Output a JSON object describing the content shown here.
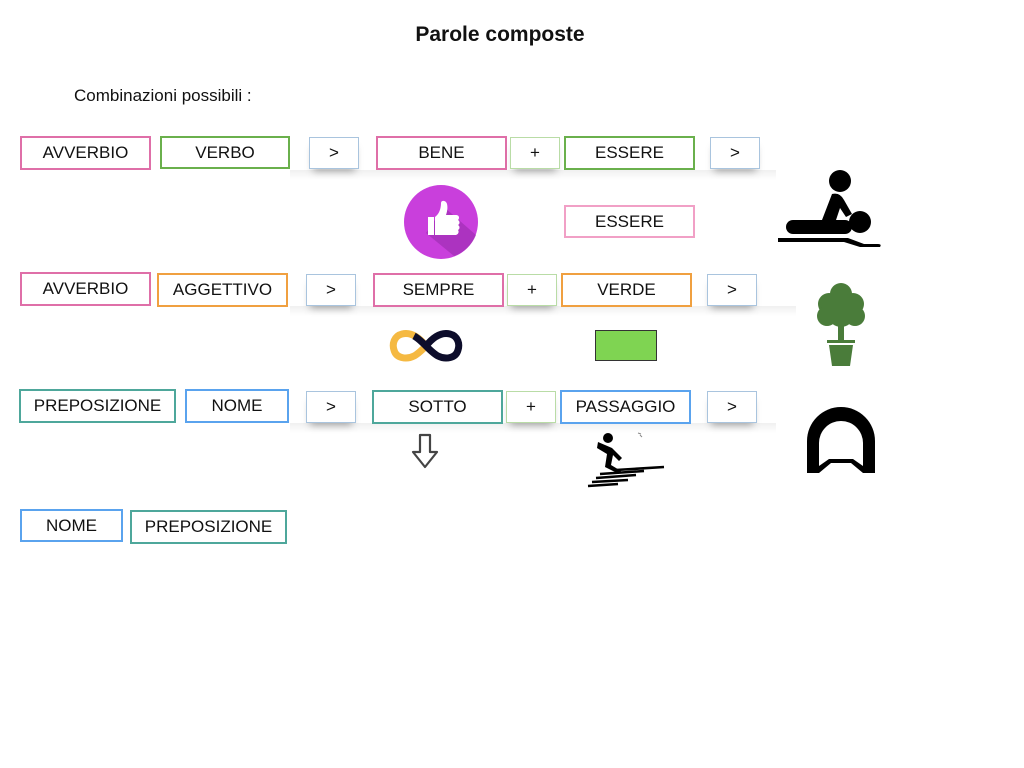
{
  "title": "Parole composte",
  "subtitle": "Combinazioni possibili :",
  "rows": [
    {
      "pattern": [
        "AVVERBIO",
        "VERBO"
      ],
      "arrow": ">",
      "word1": "BENE",
      "plus": "+",
      "word2": "ESSERE",
      "arrow2": ">",
      "result": "ESSERE",
      "icons": [
        "thumbs-up-icon",
        "massage-icon"
      ]
    },
    {
      "pattern": [
        "AVVERBIO",
        "AGGETTIVO"
      ],
      "arrow": ">",
      "word1": "SEMPRE",
      "plus": "+",
      "word2": "VERDE",
      "arrow2": ">",
      "icons": [
        "infinity-icon",
        "green-rectangle",
        "potted-tree-icon"
      ]
    },
    {
      "pattern": [
        "PREPOSIZIONE",
        "NOME"
      ],
      "arrow": ">",
      "word1": "SOTTO",
      "plus": "+",
      "word2": "PASSAGGIO",
      "arrow2": ">",
      "icons": [
        "arrow-down-icon",
        "pedestrian-crossing-icon",
        "tunnel-icon"
      ]
    },
    {
      "pattern": [
        "NOME",
        "PREPOSIZIONE"
      ]
    }
  ],
  "colors": {
    "avverbio": "#df6fa8",
    "verbo": "#6ab04c",
    "aggettivo": "#f0a040",
    "preposizione": "#4ea79b",
    "nome": "#5aa3ee",
    "thumb_circle": "#c93fdc",
    "verde_swatch": "#7fd452",
    "tree": "#4a7c3a"
  }
}
